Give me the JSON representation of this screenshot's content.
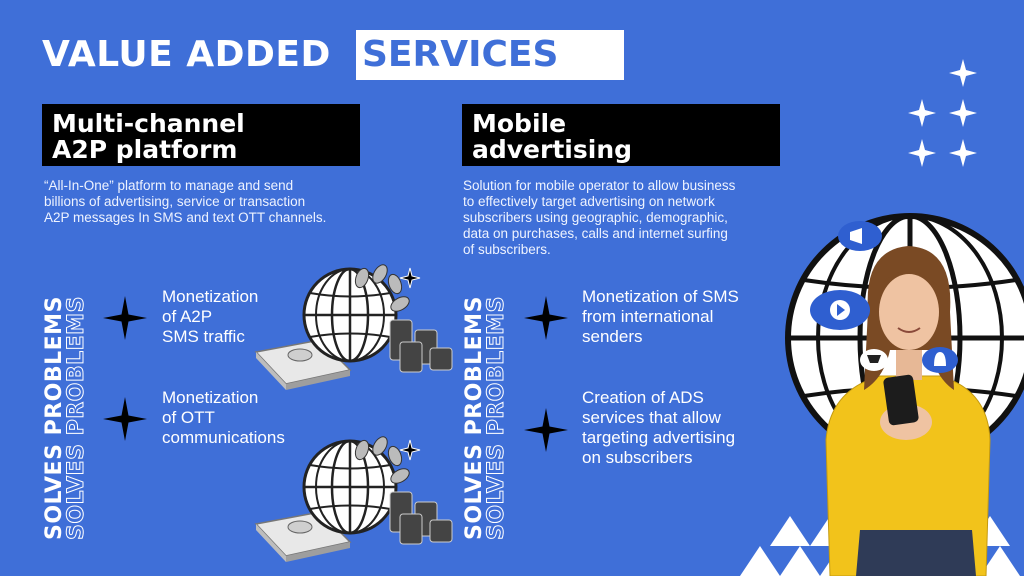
{
  "title": {
    "part1": "VALUE ADDED",
    "part2": "SERVICES"
  },
  "left": {
    "label_line1": "Multi-channel",
    "label_line2": "A2P platform",
    "description_line1": "“All-In-One” platform to manage and send",
    "description_line2": "billions of advertising, service or transaction",
    "description_line3": "A2P messages In SMS and text OTT channels.",
    "problems_label": "SOLVES PROBLEMS",
    "item1_line1": "Monetization",
    "item1_line2": "of A2P",
    "item1_line3": "SMS traffic",
    "item2_line1": "Monetization",
    "item2_line2": "of OTT",
    "item2_line3": "communications"
  },
  "right": {
    "label_line1": "Mobile",
    "label_line2": "advertising",
    "description_line1": "Solution for mobile operator to allow business",
    "description_line2": "to effectively target advertising on network",
    "description_line3": "subscribers using geographic, demographic,",
    "description_line4": "data on purchases, calls and internet surfing",
    "description_line5": "of subscribers.",
    "problems_label": "SOLVES PROBLEMS",
    "item1_line1": "Monetization of SMS",
    "item1_line2": "from international",
    "item1_line3": "senders",
    "item2_line1": "Creation of ADS",
    "item2_line2": "services that allow",
    "item2_line3": "targeting advertising",
    "item2_line4": "on subscribers"
  },
  "colors": {
    "background": "#3f6fd8",
    "label_bg": "#000000",
    "accent_yellow": "#f2c31b"
  },
  "icons": [
    "sparkle-icon",
    "globe-icon",
    "coin-stack-icon",
    "phone-icon",
    "megaphone-icon",
    "play-icon",
    "cart-icon",
    "bell-icon"
  ]
}
